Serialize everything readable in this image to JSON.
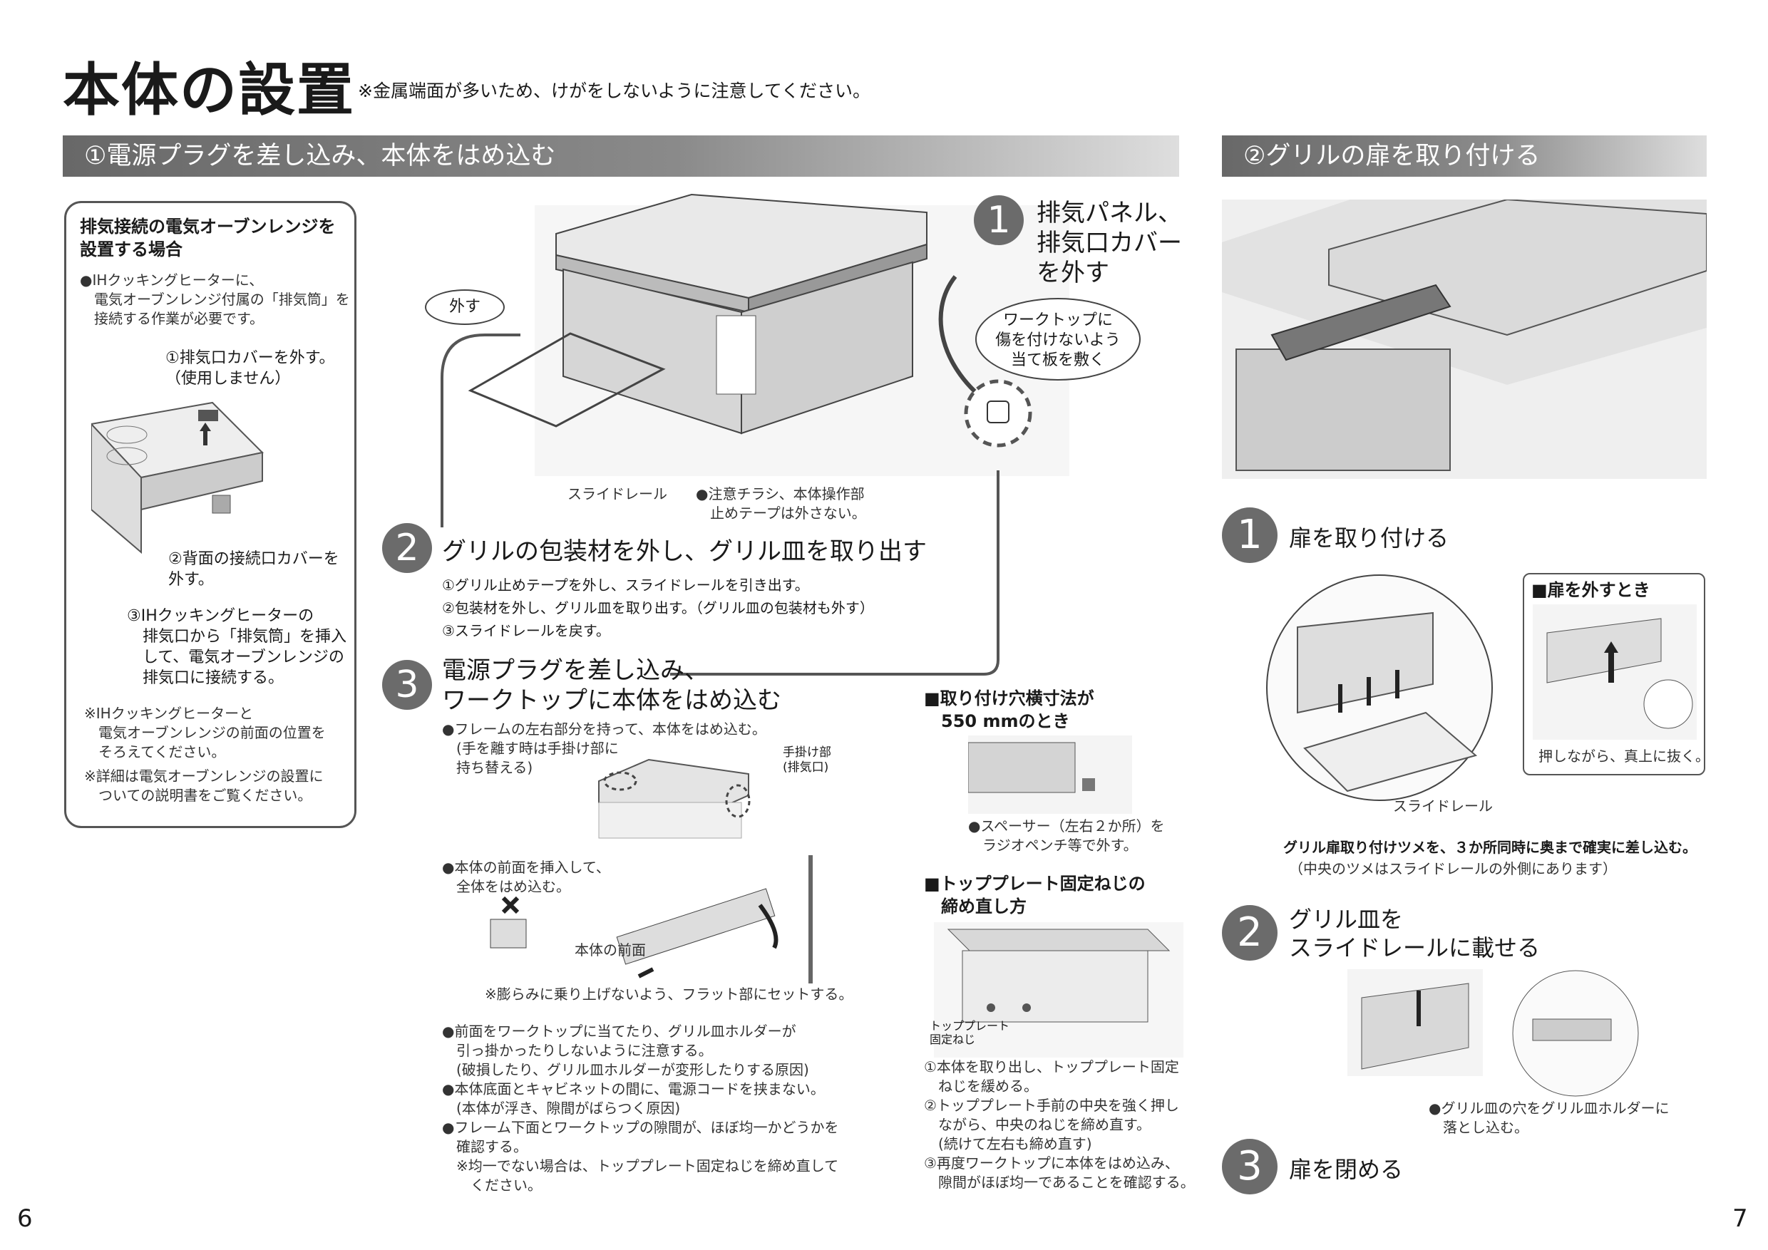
{
  "page": {
    "title": "本体の設置",
    "note": "※金属端面が多いため、けがをしないように注意してください。",
    "page_left": "6",
    "page_right": "7"
  },
  "section1": {
    "header": "①電源プラグを差し込み、本体をはめ込む",
    "sidebar": {
      "heading": "排気接続の電気オーブンレンジを\n設置する場合",
      "bullet": "●IHクッキングヒーターに、\n　電気オーブンレンジ付属の「排気筒」を\n　接続する作業が必要です。",
      "s1": "①排気口カバーを外す。\n（使用しません）",
      "s2": "②背面の接続口カバーを\n外す。",
      "s3": "③IHクッキングヒーターの\n　排気口から「排気筒」を挿入\n　して、電気オーブンレンジの\n　排気口に接続する。",
      "n1": "※IHクッキングヒーターと\n　電気オーブンレンジの前面の位置を\n　そろえてください。",
      "n2": "※詳細は電気オーブンレンジの設置に\n　ついての説明書をご覧ください。"
    },
    "callout_remove": "外す",
    "callout_board": "ワークトップに\n傷を付けないよう\n当て板を敷く",
    "label_slide_rail": "スライドレール",
    "label_caution": "●注意チラシ、本体操作部\n　止めテープは外さない。",
    "step1_num": "1",
    "step1_text": "排気パネル、\n排気口カバー\nを外す",
    "step2_num": "2",
    "step2_text": "グリルの包装材を外し、グリル皿を取り出す",
    "step2_items": [
      "①グリル止めテープを外し、スライドレールを引き出す。",
      "②包装材を外し、グリル皿を取り出す。（グリル皿の包装材も外す）",
      "③スライドレールを戻す。"
    ],
    "step3_num": "3",
    "step3_text": "電源プラグを差し込み、\nワークトップに本体をはめ込む",
    "step3_b1": "●フレームの左右部分を持って、本体をはめ込む。\n　(手を離す時は手掛け部に\n　持ち替える)",
    "step3_handle": "手掛け部\n(排気口)",
    "step3_b2": "●本体の前面を挿入して、\n　全体をはめ込む。",
    "label_front": "本体の前面",
    "step3_flat": "※膨らみに乗り上げないよう、フラット部にセットする。",
    "step3_notes": "●前面をワークトップに当てたり、グリル皿ホルダーが\n　引っ掛かったりしないように注意する。\n　(破損したり、グリル皿ホルダーが変形したりする原因)\n●本体底面とキャビネットの間に、電源コードを挟まない。\n　(本体が浮き、隙間がばらつく原因)\n●フレーム下面とワークトップの隙間が、ほぼ均一かどうかを\n　確認する。\n　※均一でない場合は、トッププレート固定ねじを締め直して\n　　ください。",
    "box550_title": "■取り付け穴横寸法が\n　550 mmのとき",
    "box550_text": "●スペーサー（左右２か所）を\n　ラジオペンチ等で外す。",
    "boxscrew_title": "■トッププレート固定ねじの\n　締め直し方",
    "boxscrew_label": "トッププレート\n固定ねじ",
    "boxscrew_steps": "①本体を取り出し、トッププレート固定\n　ねじを緩める。\n②トッププレート手前の中央を強く押し\n　ながら、中央のねじを締め直す。\n　(続けて左右も締め直す)\n③再度ワークトップに本体をはめ込み、\n　隙間がほぼ均一であることを確認する。"
  },
  "section2": {
    "header": "②グリルの扉を取り付ける",
    "step1_num": "1",
    "step1_text": "扉を取り付ける",
    "remove_box_title": "■扉を外すとき",
    "remove_box_text": "押しながら、真上に抜く。",
    "label_slide_rail": "スライドレール",
    "attach_bold": "グリル扉取り付けツメを、３か所同時に奥まで確実に差し込む。",
    "attach_note": "（中央のツメはスライドレールの外側にあります）",
    "step2_num": "2",
    "step2_text": "グリル皿を\nスライドレールに載せる",
    "step2_note": "●グリル皿の穴をグリル皿ホルダーに\n　落とし込む。",
    "step3_num": "3",
    "step3_text": "扉を閉める"
  }
}
